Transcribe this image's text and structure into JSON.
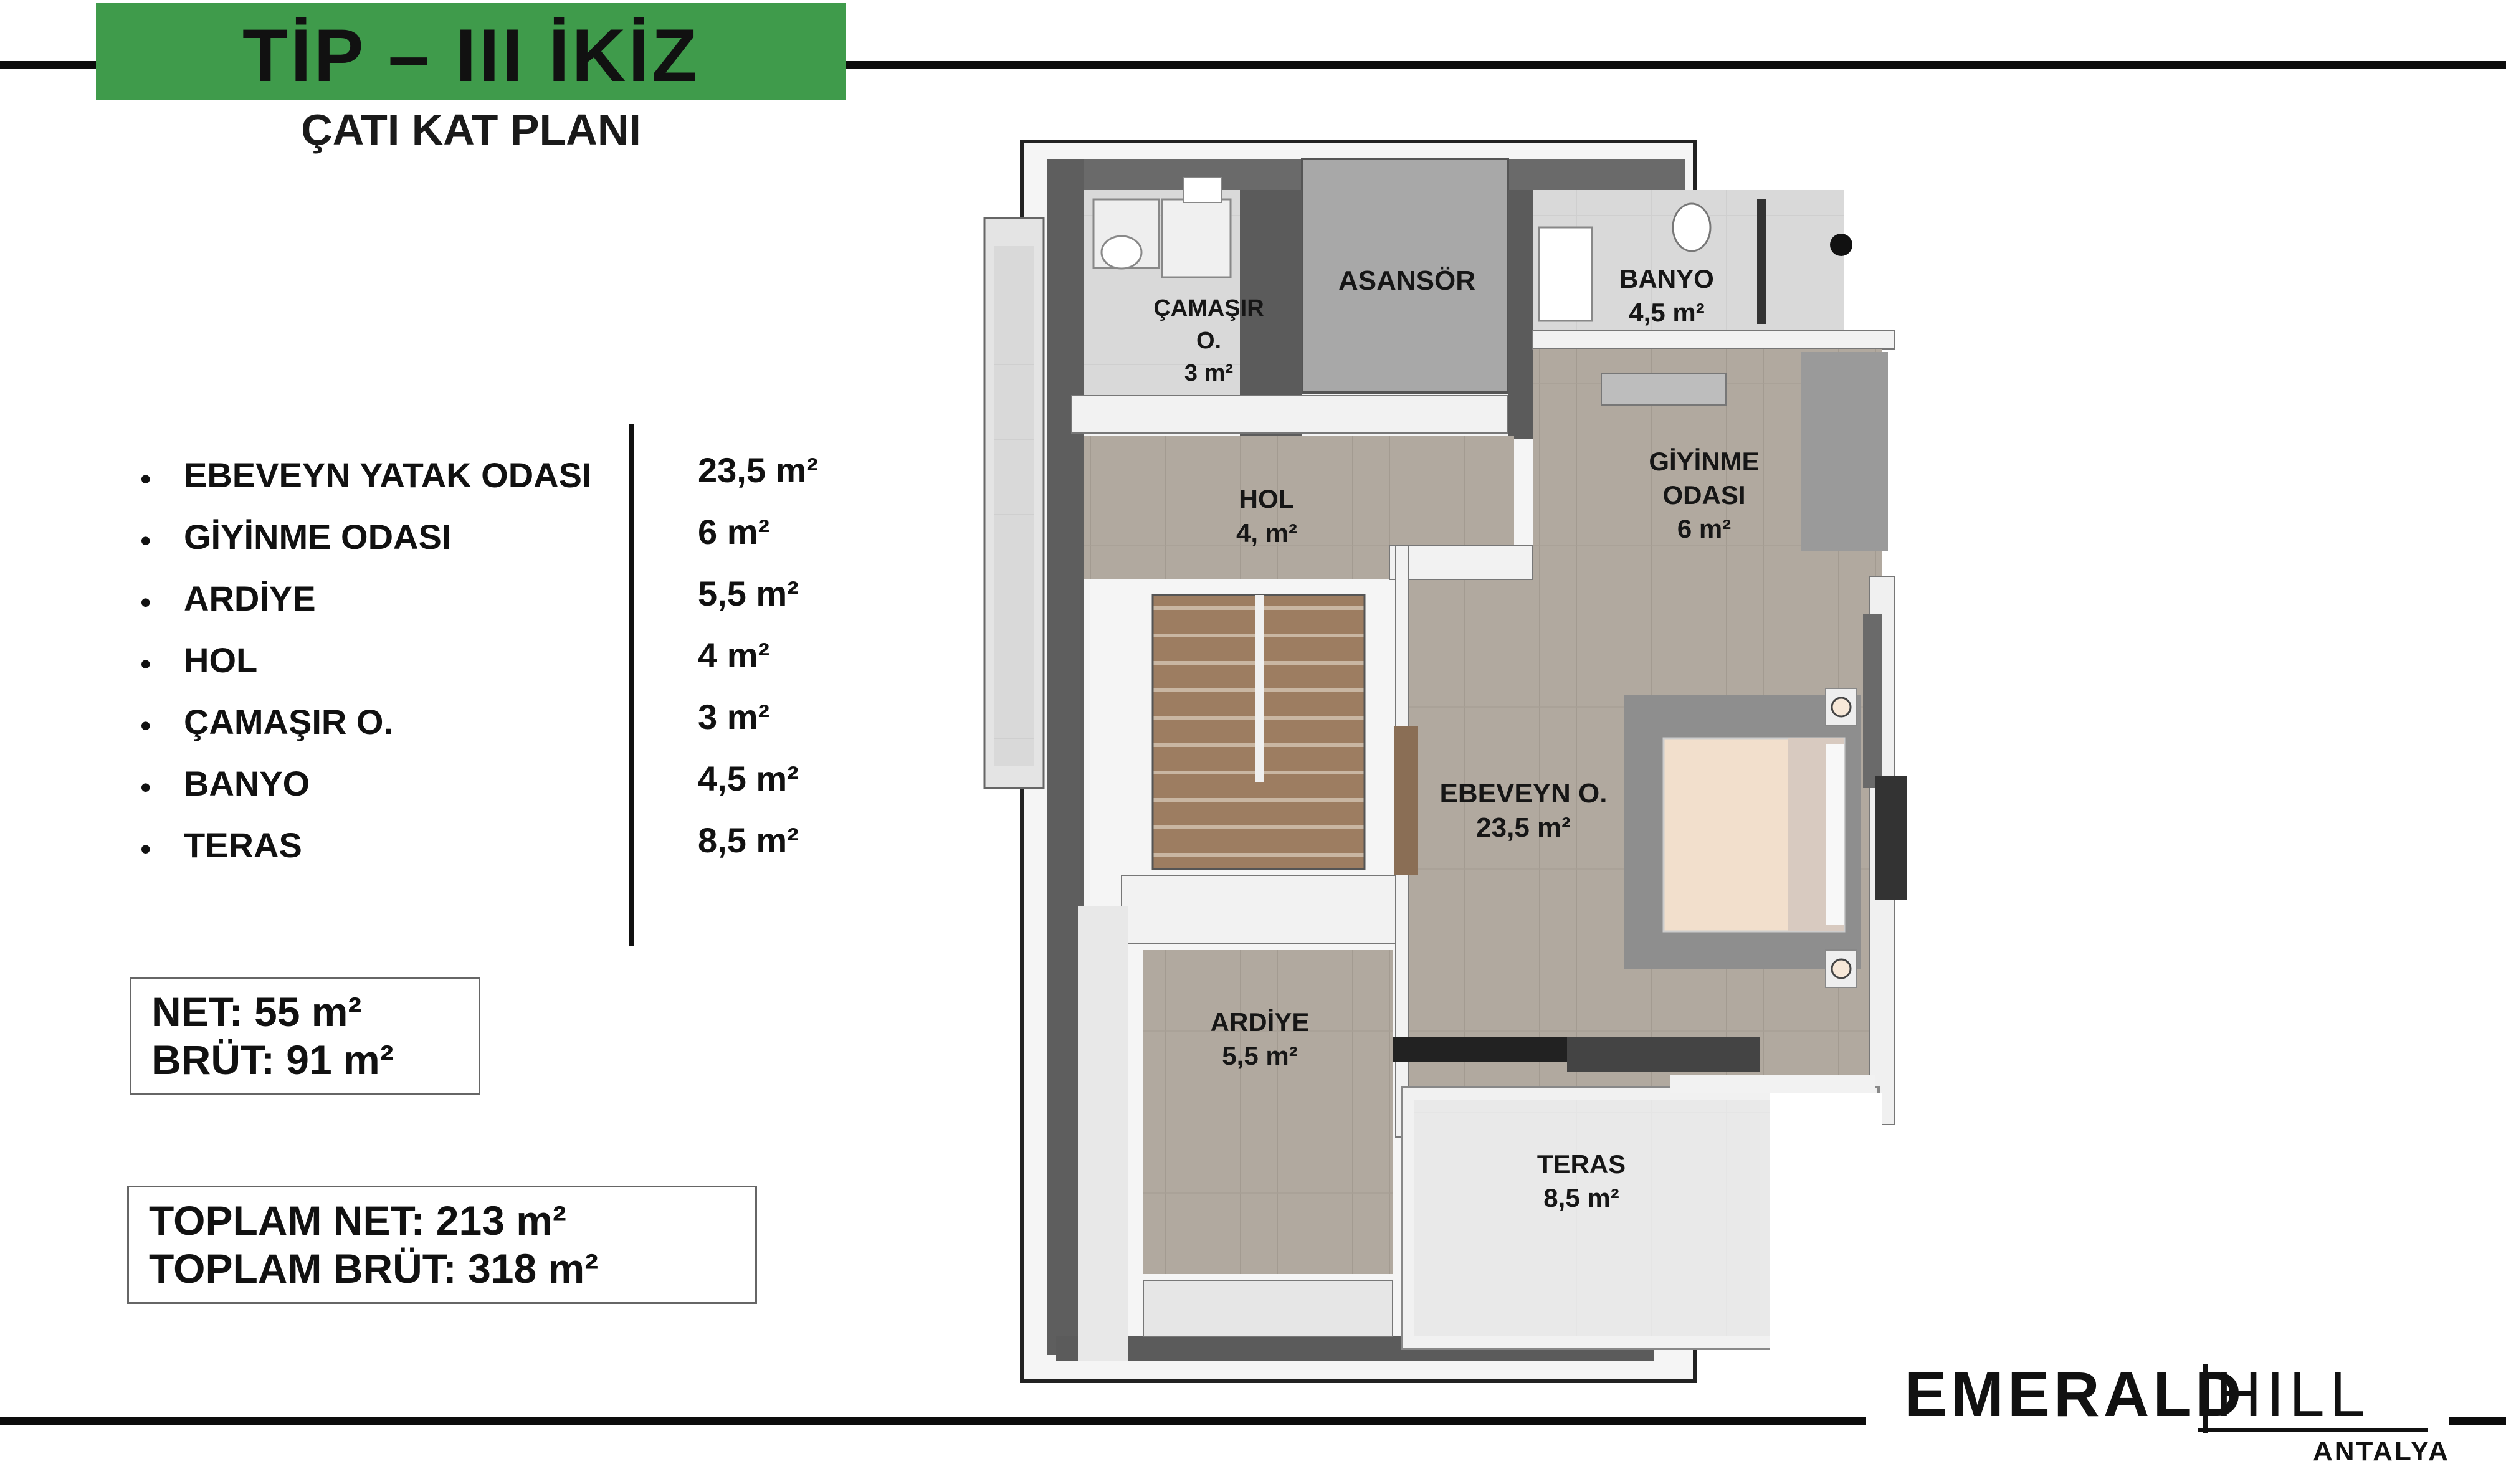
{
  "header": {
    "title": "TİP – III  İKİZ",
    "subtitle": "ÇATI KAT PLANI"
  },
  "rooms": [
    {
      "name": "EBEVEYN YATAK ODASI",
      "area": "23,5 m²"
    },
    {
      "name": "GİYİNME ODASI",
      "area": "6 m²"
    },
    {
      "name": "ARDİYE",
      "area": "5,5 m²"
    },
    {
      "name": "HOL",
      "area": "4 m²"
    },
    {
      "name": "ÇAMAŞIR O.",
      "area": "3 m²"
    },
    {
      "name": "BANYO",
      "area": "4,5 m²"
    },
    {
      "name": "TERAS",
      "area": "8,5 m²"
    }
  ],
  "floor_summary": {
    "net": "NET:    55 m²",
    "brut": "BRÜT: 91 m²"
  },
  "total_summary": {
    "net": "TOPLAM NET:    213 m²",
    "brut": "TOPLAM BRÜT: 318 m²"
  },
  "plan_labels": {
    "asansor": "ASANSÖR",
    "camasir_1": "ÇAMAŞIR",
    "camasir_2": "O.",
    "camasir_3": "3 m²",
    "banyo_1": "BANYO",
    "banyo_2": "4,5 m²",
    "hol_1": "HOL",
    "hol_2": "4, m²",
    "giyinme_1": "GİYİNME",
    "giyinme_2": "ODASI",
    "giyinme_3": "6 m²",
    "ebeveyn_1": "EBEVEYN O.",
    "ebeveyn_2": "23,5 m²",
    "ardiye_1": "ARDİYE",
    "ardiye_2": "5,5 m²",
    "teras_1": "TERAS",
    "teras_2": "8,5 m²"
  },
  "brand": {
    "name_a": "EMERALD",
    "name_b": "HILL",
    "city": "ANTALYA"
  },
  "colors": {
    "title_green": "#3f9b4b",
    "wall_light": "#f2f2f2",
    "wall_shadow": "#5b5b5b",
    "floor_wood": "#b3aba1",
    "floor_tile": "#d8d8d8",
    "elevator": "#a8a8a8",
    "stairs": "#9c7b5e"
  }
}
